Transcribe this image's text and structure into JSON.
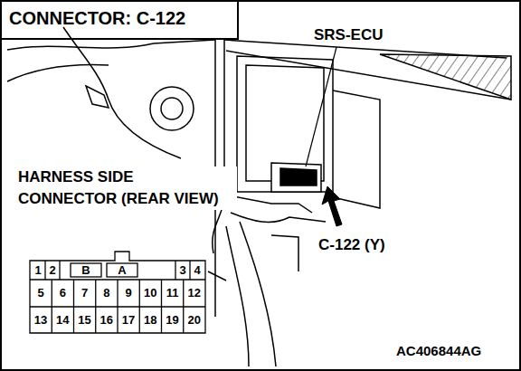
{
  "diagram": {
    "title": "CONNECTOR: C-122",
    "labels": [
      "SRS-ECU",
      "HARNESS SIDE CONNECTOR (REAR VIEW)",
      "C-122 (Y)",
      "1",
      "2",
      "B",
      "A",
      "3",
      "4",
      "5",
      "6",
      "7",
      "8",
      "9",
      "10",
      "11",
      "12",
      "13",
      "14",
      "15",
      "16",
      "17",
      "18",
      "19",
      "20",
      "AC406844AG"
    ]
  }
}
